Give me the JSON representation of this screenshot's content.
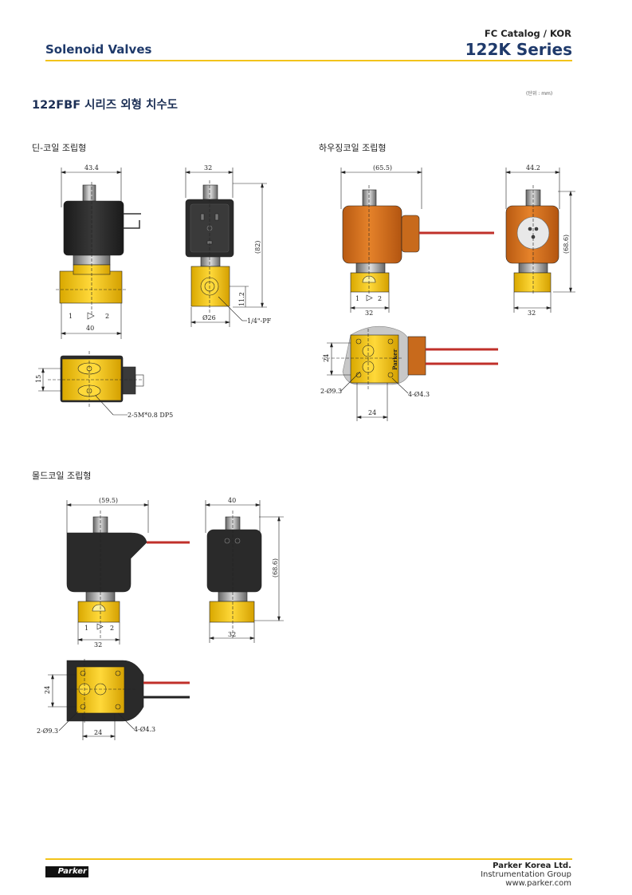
{
  "header": {
    "section": "Solenoid Valves",
    "catalog": "FC Catalog / KOR",
    "series": "122K Series"
  },
  "page": {
    "title": "122FBF 시리즈 외형 치수도",
    "unit": "(단위 : mm)"
  },
  "sections": {
    "din": "딘-코일 조립형",
    "housing": "하우징코일 조립형",
    "molded": "몰드코일 조립형"
  },
  "dims": {
    "din": {
      "front_width_top": "43.4",
      "front_width_bottom": "40",
      "port_1": "1",
      "port_2": "2",
      "side_width_top": "32",
      "side_height": "(82)",
      "side_port_height": "11.2",
      "side_dia": "Ø26",
      "side_thread": "1/4\"-PF",
      "top_dim": "15",
      "top_thread": "2-5M*0.8 DP5"
    },
    "housing": {
      "front_width_top": "(65.5)",
      "front_width_bottom": "32",
      "port_1": "1",
      "port_2": "2",
      "side_width_top": "44.2",
      "side_height": "(68.6)",
      "side_width_bottom": "32",
      "top_dim_v": "24",
      "top_dim_h": "24",
      "hole_a": "2-Ø9.3",
      "hole_b": "4-Ø4.3",
      "brand": "Parker"
    },
    "molded": {
      "front_width_top": "(59.5)",
      "front_width_bottom": "32",
      "port_1": "1",
      "port_2": "2",
      "side_width_top": "40",
      "side_height": "(68.6)",
      "side_width_bottom": "32",
      "top_dim_v": "24",
      "top_dim_h": "24",
      "hole_a": "2-Ø9.3",
      "hole_b": "4-Ø4.3"
    }
  },
  "footer": {
    "company": "Parker Korea Ltd.",
    "group": "Instrumentation Group",
    "web": "www.parker.com",
    "logo_text": "Parker"
  },
  "colors": {
    "brand_blue": "#1f3a6b",
    "accent_yellow": "#f2c31a",
    "brass": "#f3c614",
    "coil_black": "#2a2a2a",
    "coil_orange": "#d9731e",
    "wire_red": "#c0302a"
  }
}
